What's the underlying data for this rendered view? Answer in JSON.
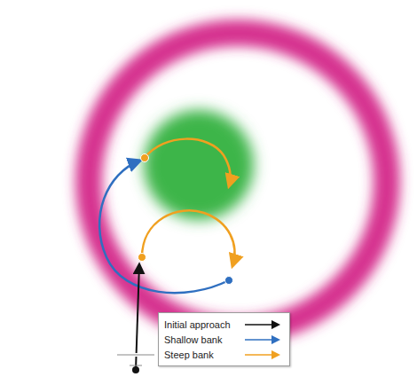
{
  "diagram": {
    "legend": [
      {
        "text": "Initial approach"
      },
      {
        "text": "Shallow bank"
      },
      {
        "text": "Steep bank"
      }
    ]
  }
}
